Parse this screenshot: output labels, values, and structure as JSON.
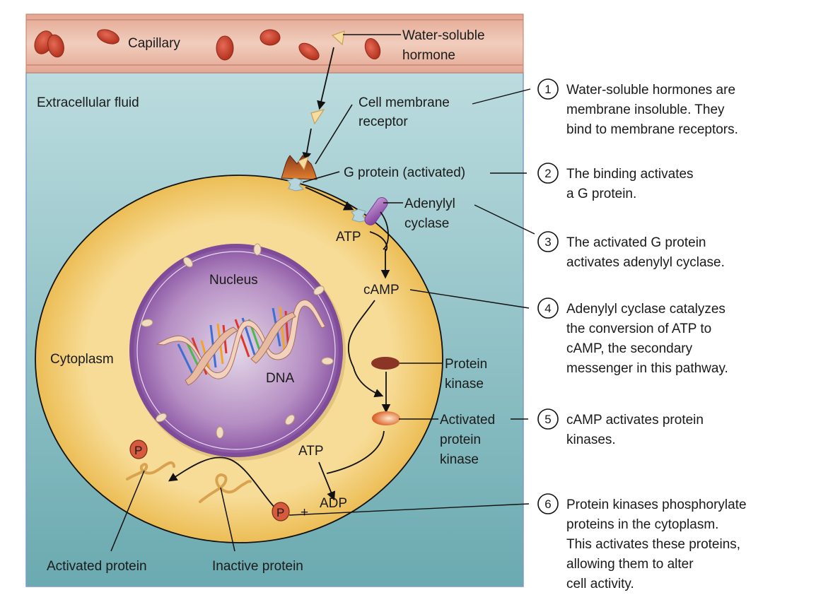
{
  "diagram": {
    "title": "Water-soluble hormone signaling via cAMP second messenger",
    "regions": {
      "capillary": "Capillary",
      "extracellular": "Extracellular fluid",
      "cytoplasm": "Cytoplasm",
      "nucleus": "Nucleus",
      "dna": "DNA"
    },
    "labels": {
      "hormone_line1": "Water-soluble",
      "hormone_line2": "hormone",
      "receptor_line1": "Cell membrane",
      "receptor_line2": "receptor",
      "g_protein": "G protein (activated)",
      "adenylyl_line1": "Adenylyl",
      "adenylyl_line2": "cyclase",
      "atp_top": "ATP",
      "camp": "cAMP",
      "pk_line1": "Protein",
      "pk_line2": "kinase",
      "apk_line1": "Activated",
      "apk_line2": "protein",
      "apk_line3": "kinase",
      "atp_bottom": "ATP",
      "adp": "ADP",
      "plus": "+",
      "phosphate": "P",
      "activated_protein": "Activated protein",
      "inactive_protein": "Inactive protein"
    },
    "steps": [
      {
        "number": "1",
        "lines": [
          "Water-soluble hormones are",
          "membrane insoluble. They",
          "bind to membrane receptors."
        ]
      },
      {
        "number": "2",
        "lines": [
          "The binding activates",
          "a G protein."
        ]
      },
      {
        "number": "3",
        "lines": [
          "The activated G protein",
          "activates adenylyl cyclase."
        ]
      },
      {
        "number": "4",
        "lines": [
          "Adenylyl cyclase catalyzes",
          "the conversion of ATP to",
          "cAMP, the secondary",
          "messenger in this pathway."
        ]
      },
      {
        "number": "5",
        "lines": [
          "cAMP activates protein",
          "kinases."
        ]
      },
      {
        "number": "6",
        "lines": [
          "Protein kinases phosphorylate",
          "proteins in the cytoplasm.",
          "This activates these proteins,",
          "allowing them to alter",
          "cell activity."
        ]
      }
    ],
    "colors": {
      "capillary": "#e8b6a3",
      "capillary_wall": "#d98f7c",
      "rbc": "#c9412f",
      "extracellular_top": "#b9dadd",
      "extracellular_bottom": "#6eadb2",
      "cytoplasm": "#f6d98f",
      "cytoplasm_edge": "#edbf5a",
      "nucleus": "#9b6bb0",
      "nucleus_light": "#d9c6e0",
      "receptor": "#d0532a",
      "hormone": "#f7dca0",
      "g_protein": "#b6d4dc",
      "adenylyl_cyclase": "#9a55b0",
      "protein_kinase": "#8a3526",
      "activated_protein_kinase": "#e77a35",
      "phosphate": "#d65a3e"
    }
  }
}
